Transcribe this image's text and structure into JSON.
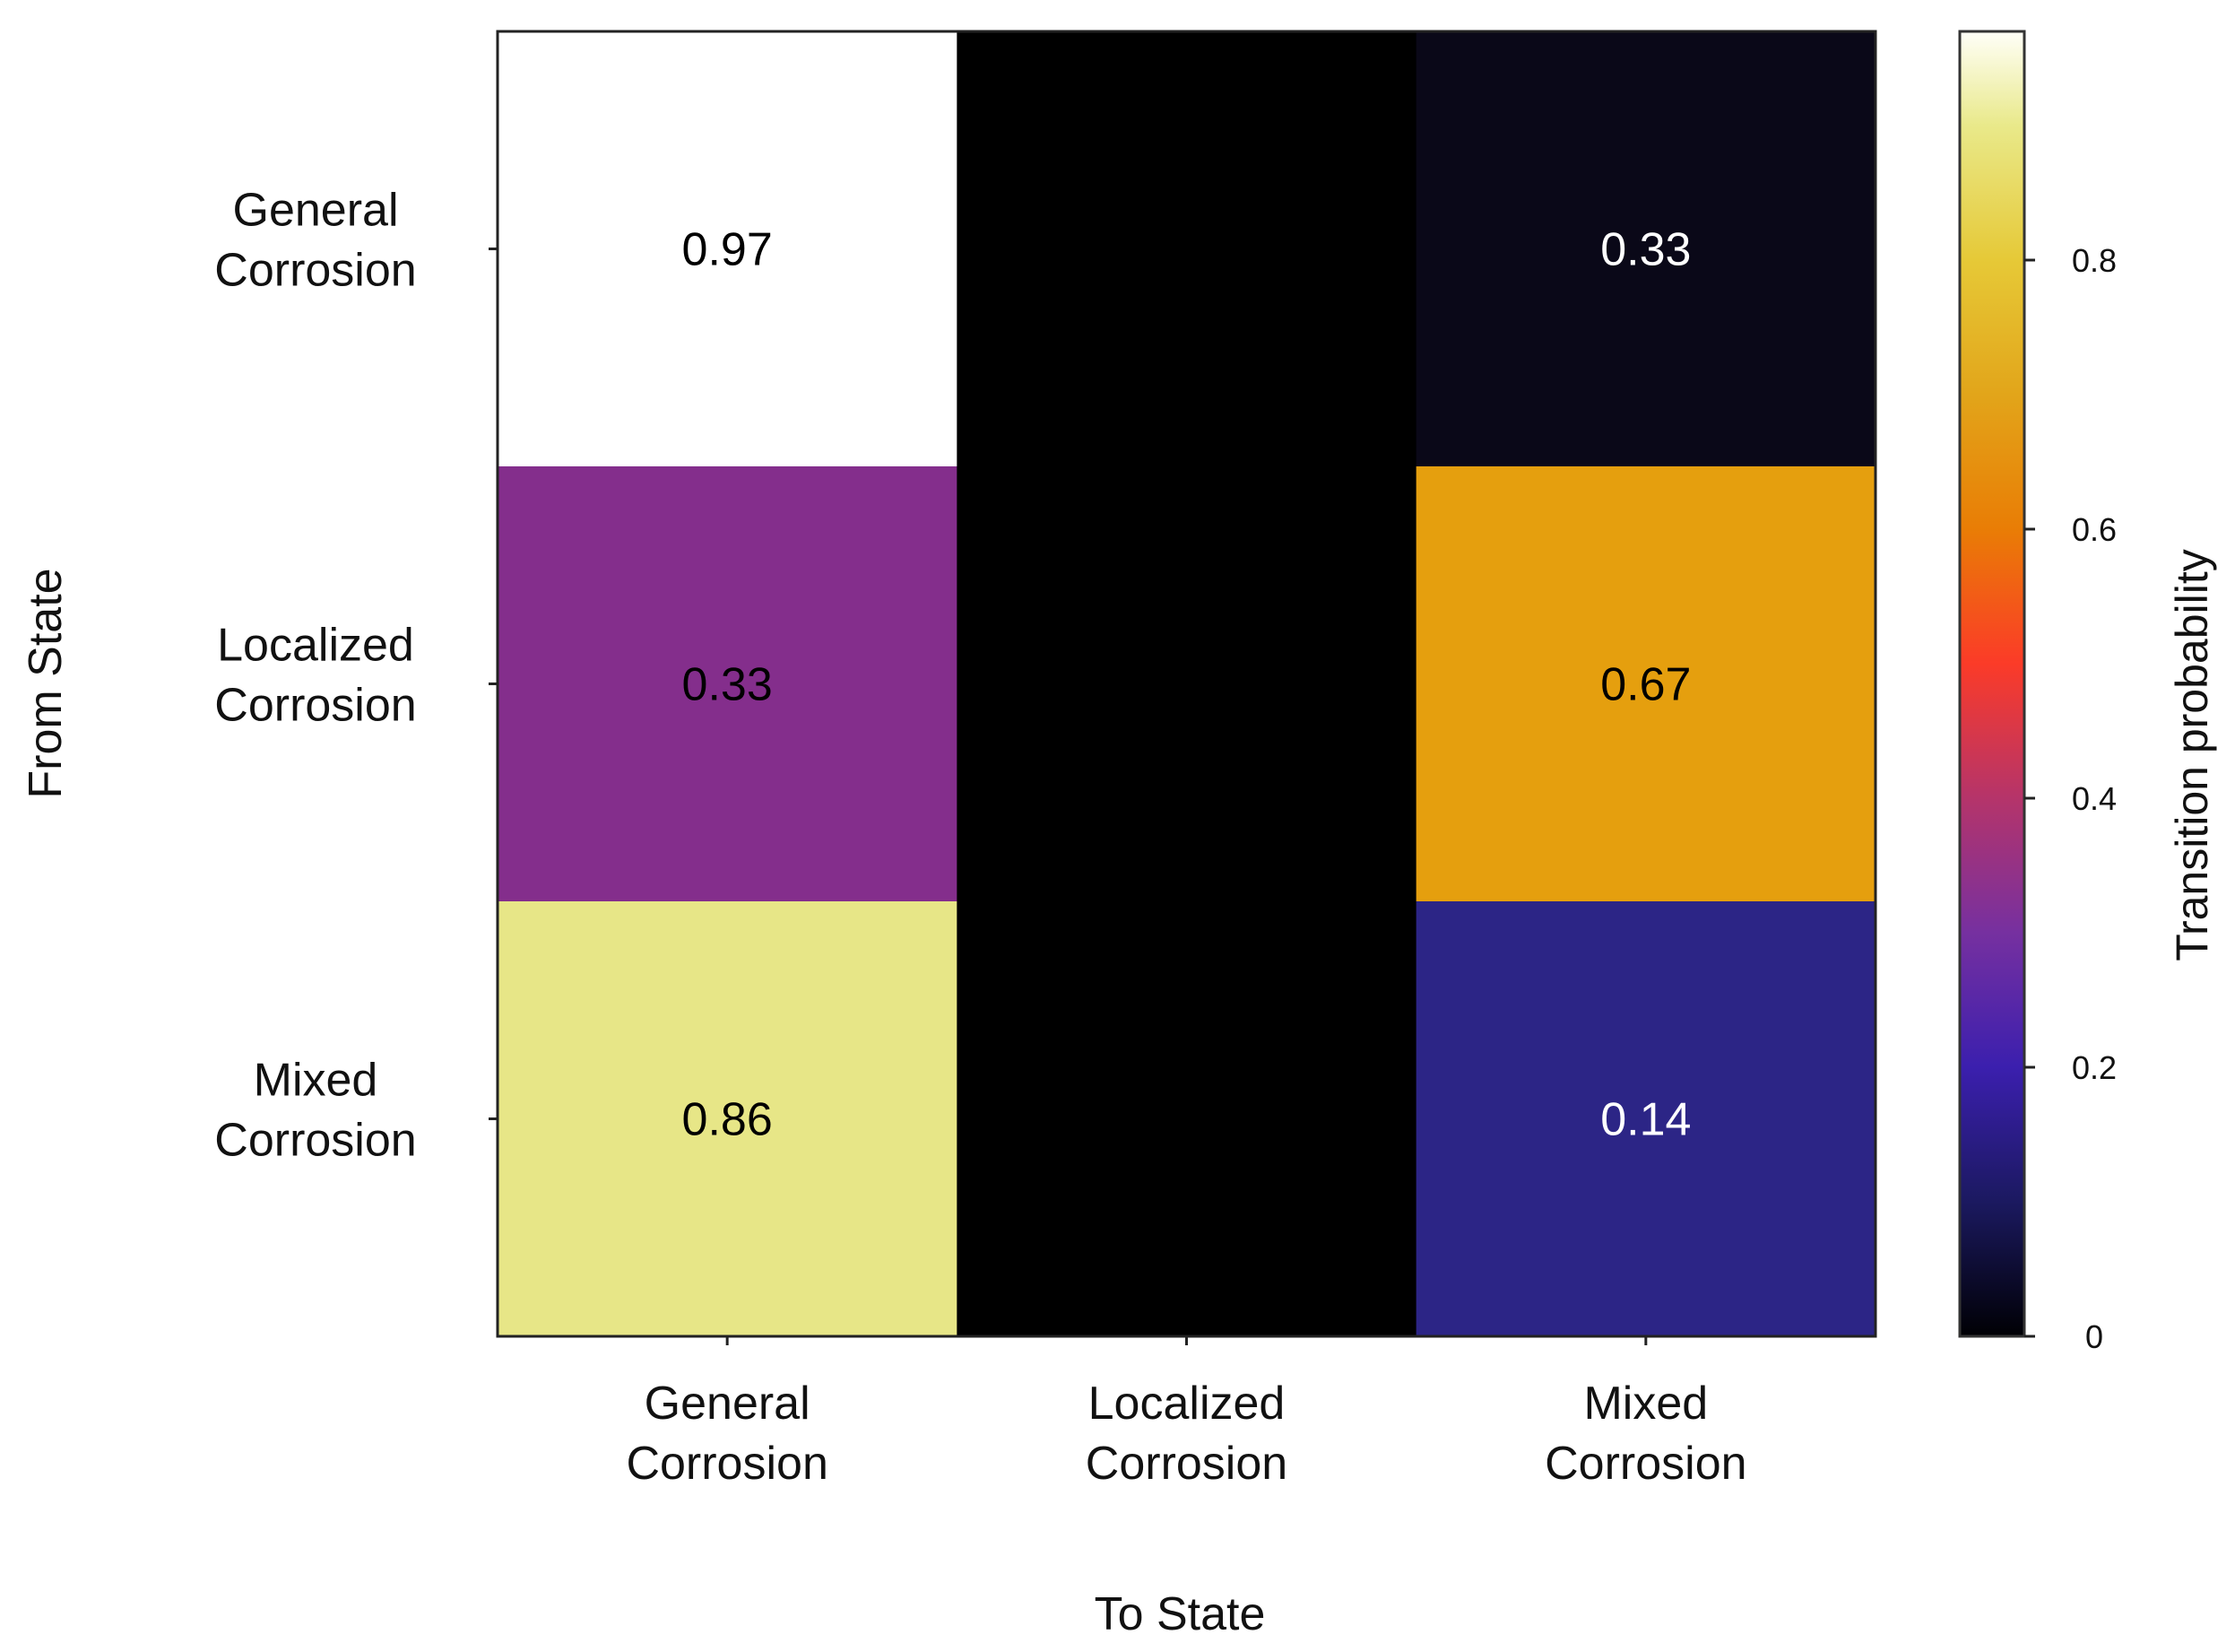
{
  "chart_data": {
    "type": "heatmap",
    "title": "",
    "xlabel": "To State",
    "ylabel": "From State",
    "x_categories": [
      [
        "General",
        "Corrosion"
      ],
      [
        "Localized",
        "Corrosion"
      ],
      [
        "Mixed",
        "Corrosion"
      ]
    ],
    "y_categories": [
      [
        "General",
        "Corrosion"
      ],
      [
        "Localized",
        "Corrosion"
      ],
      [
        "Mixed",
        "Corrosion"
      ]
    ],
    "cells": [
      [
        {
          "label": "0.97",
          "value": 0.97,
          "color": "#ffffff",
          "text_color": "#000000"
        },
        {
          "label": "",
          "value": 0,
          "color": "#000000",
          "text_color": "#ffffff"
        },
        {
          "label": "0.33",
          "value": 0.33,
          "color": "#0a0818",
          "text_color": "#ffffff"
        }
      ],
      [
        {
          "label": "0.33",
          "value": 0.33,
          "color": "#842e8c",
          "text_color": "#000000"
        },
        {
          "label": "",
          "value": 0,
          "color": "#000000",
          "text_color": "#ffffff"
        },
        {
          "label": "0.67",
          "value": 0.67,
          "color": "#e59f0e",
          "text_color": "#000000"
        }
      ],
      [
        {
          "label": "0.86",
          "value": 0.86,
          "color": "#e7e687",
          "text_color": "#000000"
        },
        {
          "label": "",
          "value": 0,
          "color": "#000000",
          "text_color": "#ffffff"
        },
        {
          "label": "0.14",
          "value": 0.14,
          "color": "#2c2586",
          "text_color": "#ffffff"
        }
      ]
    ],
    "colorbar": {
      "label": "Transition probability",
      "range": [
        0,
        0.97
      ],
      "ticks": [
        0,
        0.2,
        0.4,
        0.6,
        0.8
      ],
      "tick_labels": [
        "0",
        "0.2",
        "0.4",
        "0.6",
        "0.8"
      ],
      "stops": [
        {
          "v": 0,
          "c": "#000004"
        },
        {
          "v": 0.1,
          "c": "#1b1960"
        },
        {
          "v": 0.2,
          "c": "#3b1fae"
        },
        {
          "v": 0.3,
          "c": "#7630a0"
        },
        {
          "v": 0.4,
          "c": "#b5346a"
        },
        {
          "v": 0.5,
          "c": "#fb3b28"
        },
        {
          "v": 0.6,
          "c": "#e97d05"
        },
        {
          "v": 0.7,
          "c": "#e2a51a"
        },
        {
          "v": 0.8,
          "c": "#e6c937"
        },
        {
          "v": 0.9,
          "c": "#e9e98a"
        },
        {
          "v": 0.97,
          "c": "#fffff8"
        }
      ]
    }
  }
}
